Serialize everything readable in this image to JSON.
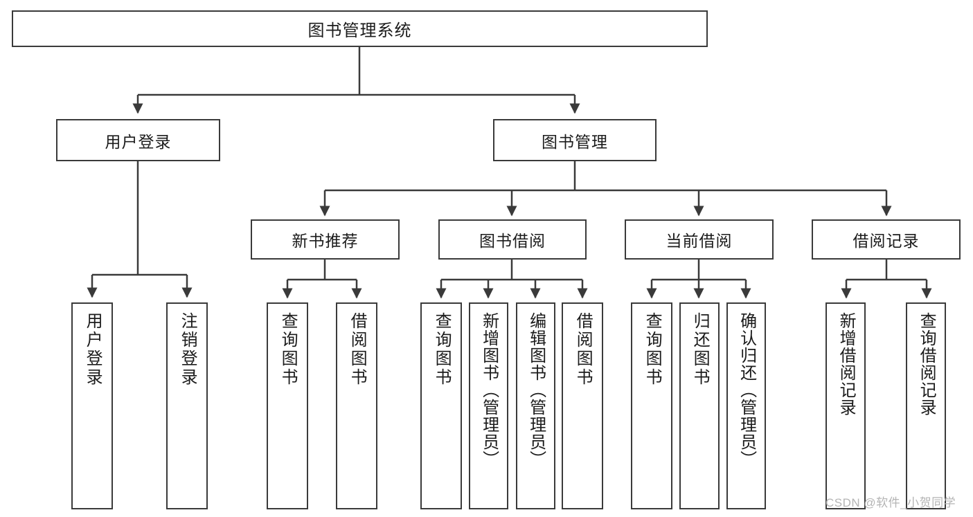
{
  "diagram": {
    "type": "tree-hierarchy",
    "title": "图书管理系统",
    "root": {
      "label": "图书管理系统"
    },
    "level2": [
      {
        "label": "用户登录"
      },
      {
        "label": "图书管理"
      }
    ],
    "level3": [
      {
        "label": "新书推荐"
      },
      {
        "label": "图书借阅"
      },
      {
        "label": "当前借阅"
      },
      {
        "label": "借阅记录"
      }
    ],
    "leaves": {
      "user_login": [
        {
          "label": "用户登录"
        },
        {
          "label": "注销登录"
        }
      ],
      "new_book_recommend": [
        {
          "label": "查询图书"
        },
        {
          "label": "借阅图书"
        }
      ],
      "book_borrow": [
        {
          "label": "查询图书"
        },
        {
          "label": "新增图书（管理员）"
        },
        {
          "label": "编辑图书（管理员）"
        },
        {
          "label": "借阅图书"
        }
      ],
      "current_borrow": [
        {
          "label": "查询图书"
        },
        {
          "label": "归还图书"
        },
        {
          "label": "确认归还（管理员）"
        }
      ],
      "borrow_record": [
        {
          "label": "新增借阅记录"
        },
        {
          "label": "查询借阅记录"
        }
      ]
    }
  },
  "watermark": {
    "text": "CSDN @软件_小贺同学"
  },
  "colors": {
    "stroke": "#3a3a3a",
    "fill": "#ffffff",
    "text": "#1b1b1b",
    "watermark": "#b4b4b4"
  }
}
